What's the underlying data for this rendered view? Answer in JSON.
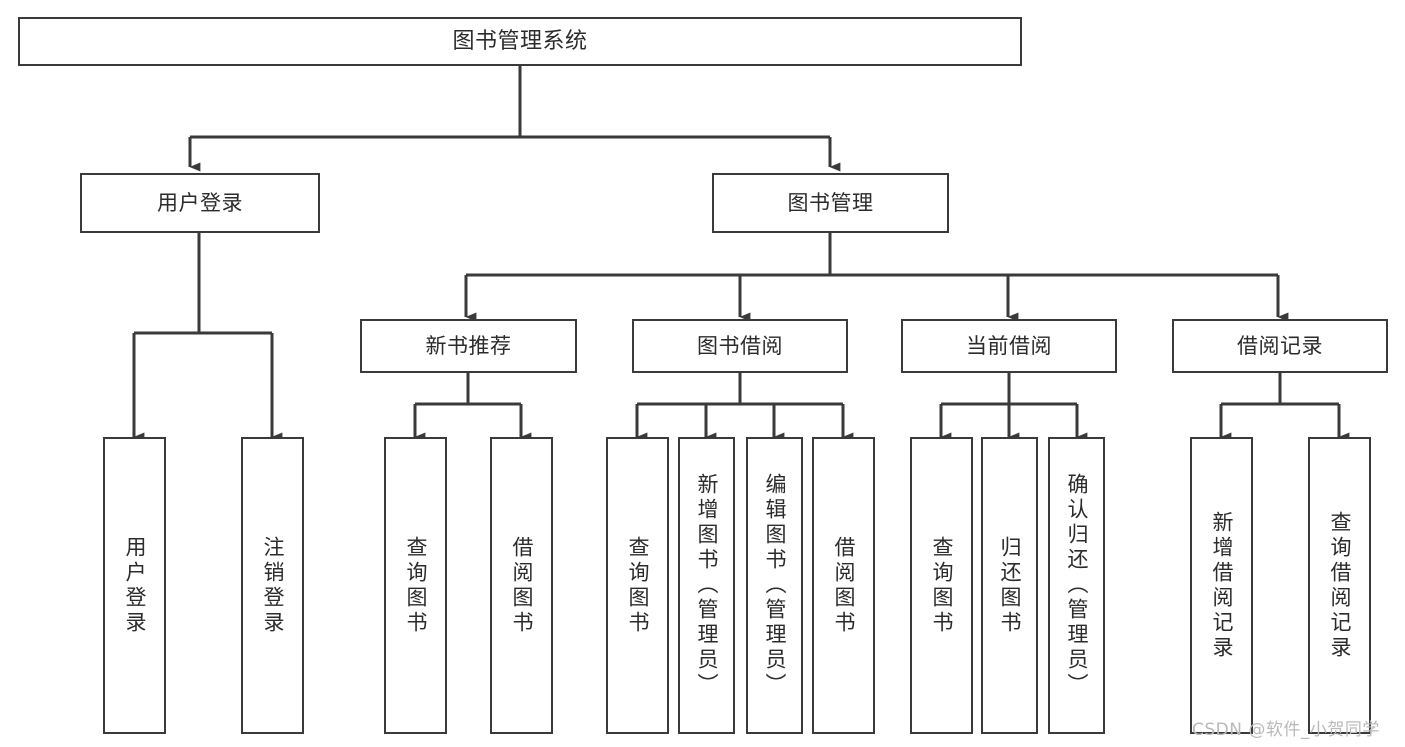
{
  "diagram": {
    "type": "tree",
    "title": "图书管理系统",
    "colors": {
      "stroke": "#3a3a3a",
      "text": "#2b2b2b",
      "background": "#ffffff",
      "watermark": "#b9b9b9"
    },
    "nodes": {
      "root": {
        "label": "图书管理系统"
      },
      "level2": [
        {
          "label": "用户登录"
        },
        {
          "label": "图书管理"
        }
      ],
      "level3": [
        {
          "label": "新书推荐"
        },
        {
          "label": "图书借阅"
        },
        {
          "label": "当前借阅"
        },
        {
          "label": "借阅记录"
        }
      ],
      "leaves": {
        "user_login": [
          {
            "label": "用户登录"
          },
          {
            "label": "注销登录"
          }
        ],
        "new_book_recommend": [
          {
            "label": "查询图书"
          },
          {
            "label": "借阅图书"
          }
        ],
        "book_borrow": [
          {
            "label": "查询图书"
          },
          {
            "label": "新增图书（管理员）"
          },
          {
            "label": "编辑图书（管理员）"
          },
          {
            "label": "借阅图书"
          }
        ],
        "current_borrow": [
          {
            "label": "查询图书"
          },
          {
            "label": "归还图书"
          },
          {
            "label": "确认归还（管理员）"
          }
        ],
        "borrow_record": [
          {
            "label": "新增借阅记录"
          },
          {
            "label": "查询借阅记录"
          }
        ]
      }
    },
    "watermark": "CSDN @软件_小贺同学"
  }
}
